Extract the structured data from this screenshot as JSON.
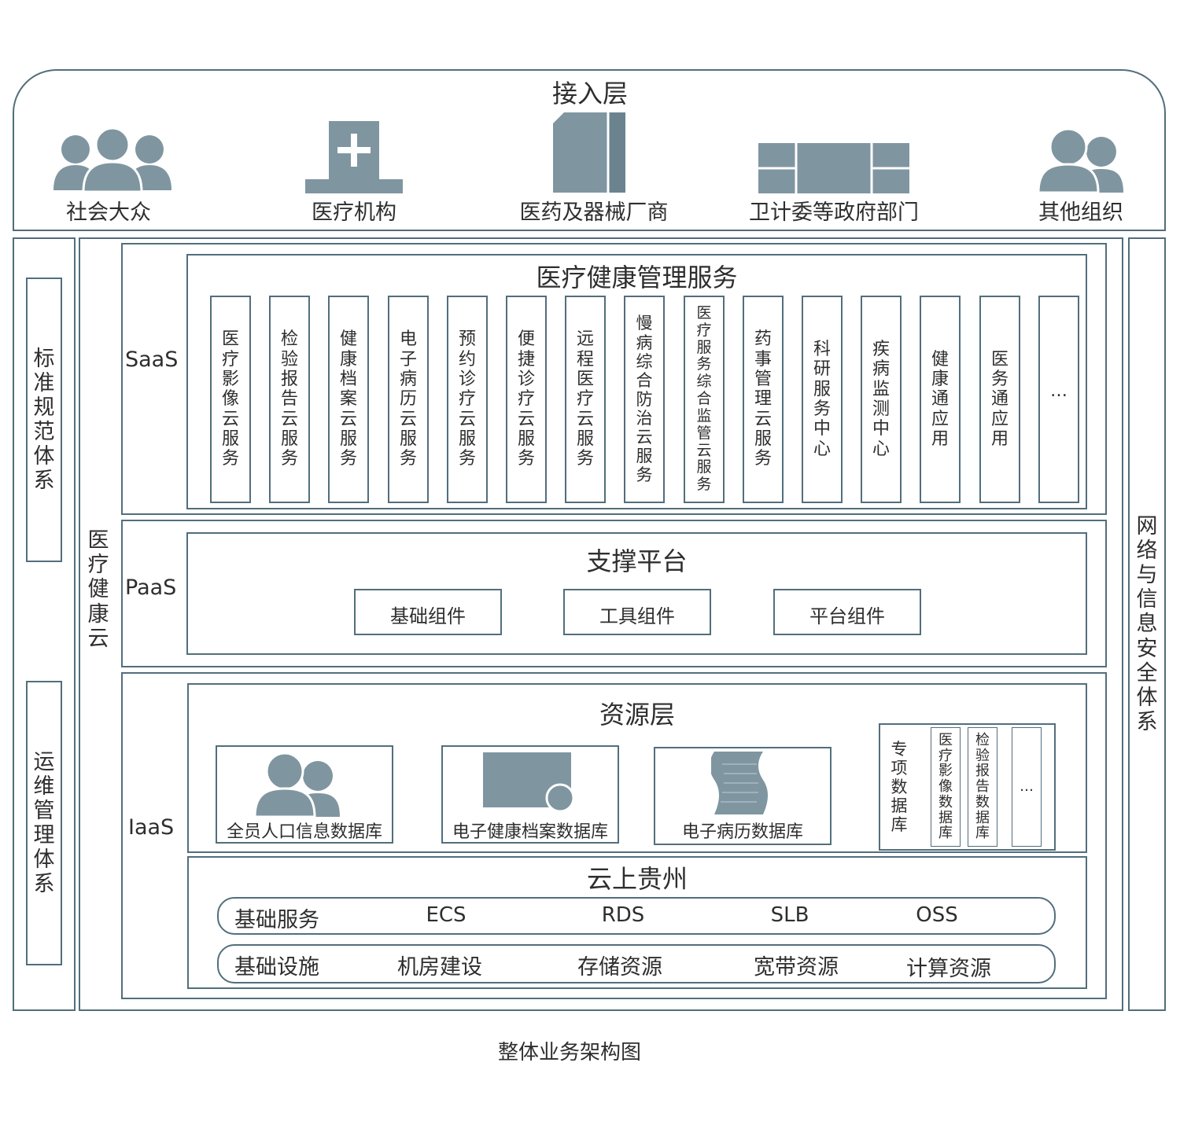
{
  "access": {
    "title": "接入层",
    "items": [
      {
        "label": "社会大众",
        "icon": "people-group-icon"
      },
      {
        "label": "医疗机构",
        "icon": "hospital-icon"
      },
      {
        "label": "医药及器械厂商",
        "icon": "factory-building-icon"
      },
      {
        "label": "卫计委等政府部门",
        "icon": "government-building-icon"
      },
      {
        "label": "其他组织",
        "icon": "people-pair-icon"
      }
    ]
  },
  "left_pillars": {
    "standards": "标准规范体系",
    "operations": "运维管理体系"
  },
  "right_pillar": "网络与信息安全体系",
  "cloud_label": "医疗健康云",
  "saas": {
    "tier": "SaaS",
    "title": "医疗健康管理服务",
    "services": [
      "医疗影像云服务",
      "检验报告云服务",
      "健康档案云服务",
      "电子病历云服务",
      "预约诊疗云服务",
      "便捷诊疗云服务",
      "远程医疗云服务",
      "慢病综合防治云服务",
      "医疗服务综合监管云服务",
      "药事管理云服务",
      "科研服务中心",
      "疾病监测中心",
      "健康通应用",
      "医务通应用",
      "…"
    ]
  },
  "paas": {
    "tier": "PaaS",
    "title": "支撑平台",
    "components": [
      "基础组件",
      "工具组件",
      "平台组件"
    ]
  },
  "iaas": {
    "tier": "IaaS",
    "resource_title": "资源层",
    "databases": [
      {
        "label": "全员人口信息数据库",
        "icon": "people-pair-icon"
      },
      {
        "label": "电子健康档案数据库",
        "icon": "record-card-icon"
      },
      {
        "label": "电子病历数据库",
        "icon": "document-scroll-icon"
      }
    ],
    "special_db": {
      "label": "专项数据库",
      "items": [
        "医疗影像数据库",
        "检验报告数据库",
        "…"
      ]
    },
    "cloud_title": "云上贵州",
    "basic_services": {
      "label": "基础服务",
      "items": [
        "ECS",
        "RDS",
        "SLB",
        "OSS"
      ]
    },
    "infrastructure": {
      "label": "基础设施",
      "items": [
        "机房建设",
        "存储资源",
        "宽带资源",
        "计算资源"
      ]
    }
  },
  "caption": "整体业务架构图",
  "colors": {
    "border": "#526e7c",
    "icon": "#7f96a1"
  }
}
